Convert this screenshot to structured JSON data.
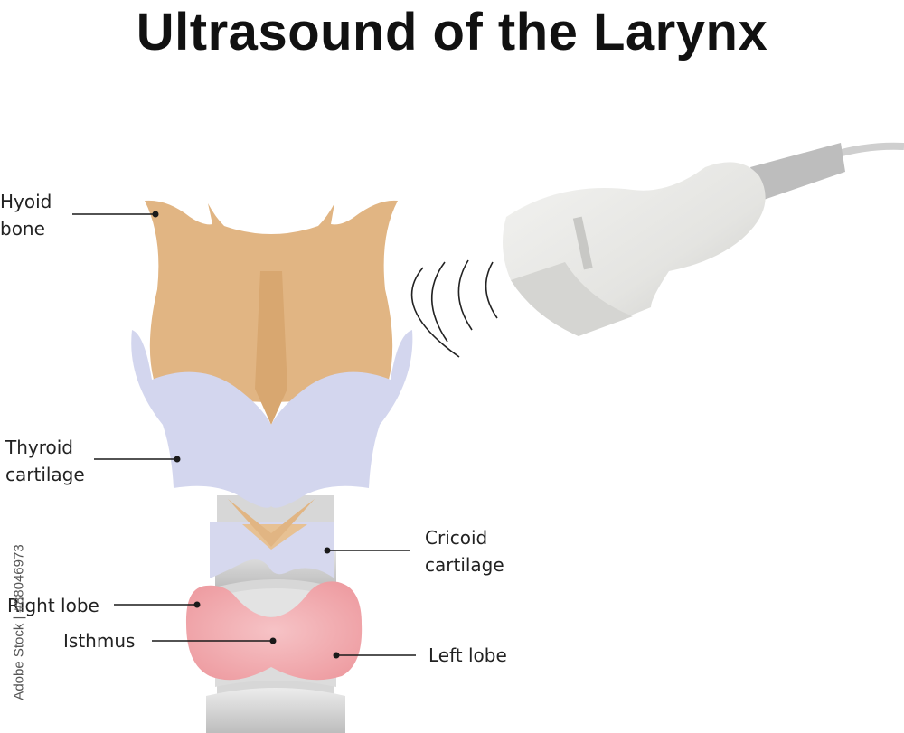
{
  "title": "Ultrasound of the Larynx",
  "labels": {
    "hyoid": [
      "Hyoid",
      "bone"
    ],
    "thyroid": [
      "Thyroid",
      "cartilage"
    ],
    "cricoid": [
      "Cricoid",
      "cartilage"
    ],
    "right_lobe": "Right lobe",
    "isthmus": "Isthmus",
    "left_lobe": "Left lobe"
  },
  "watermark": "Adobe Stock | #88046973",
  "colors": {
    "bone": "#e1b583",
    "bone_dark": "#d8a770",
    "cartilage": "#d3d6ee",
    "thyroid_gland": "#f1a3a8",
    "probe": "#e6e6e3",
    "leader": "#1a1a1a"
  }
}
